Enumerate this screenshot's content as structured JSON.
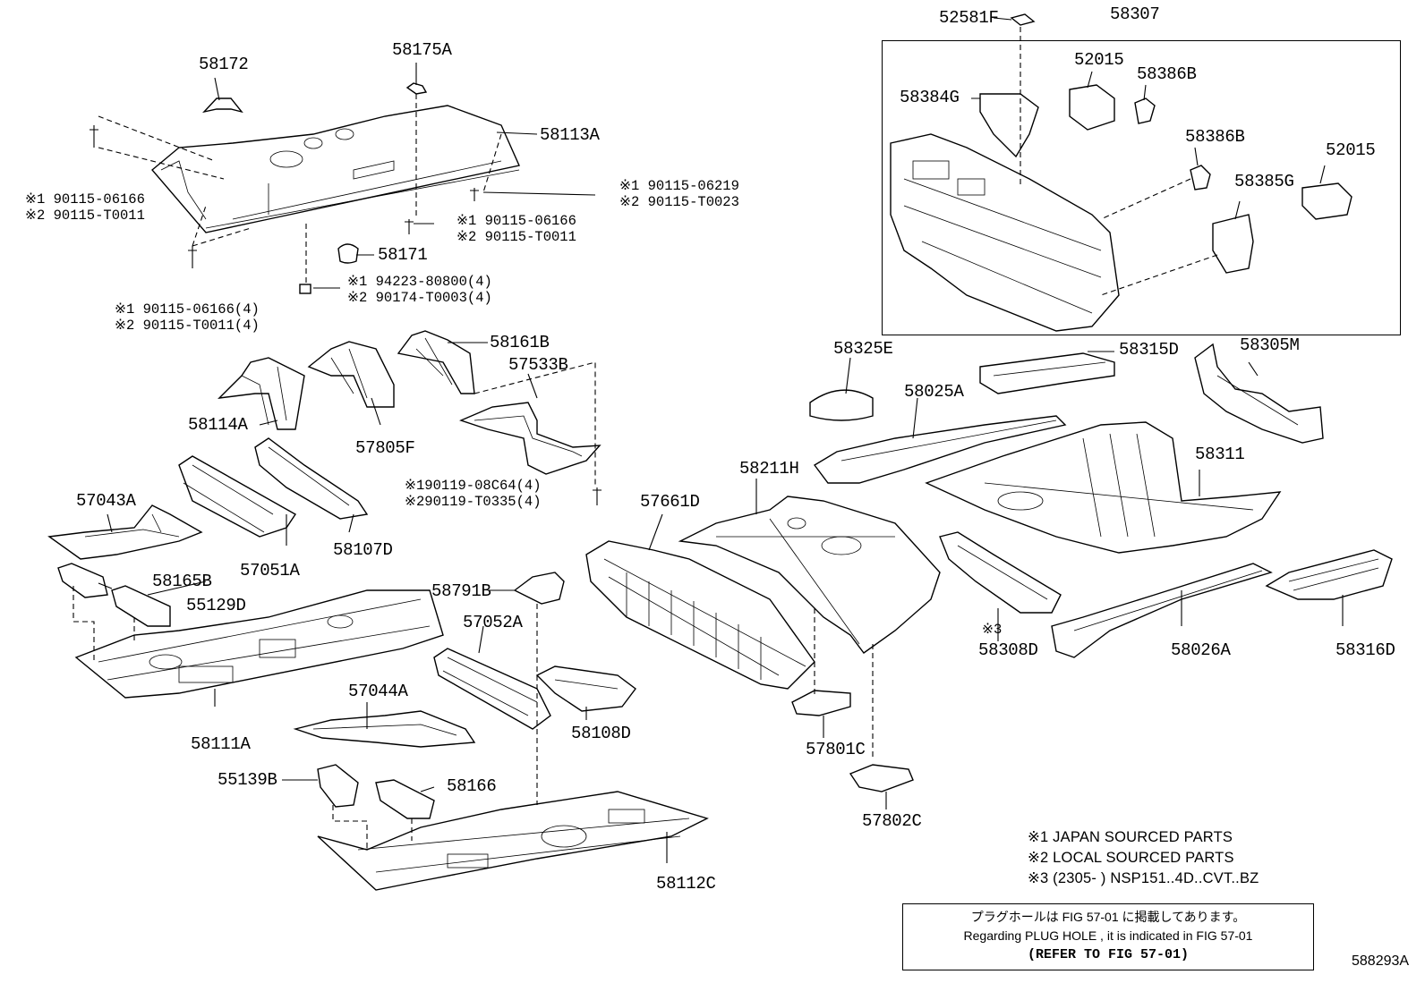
{
  "diagram": {
    "labels": [
      "58172",
      "58175A",
      "58113A",
      "58171",
      "58161B",
      "57533B",
      "58114A",
      "57805F",
      "57043A",
      "57051A",
      "58107D",
      "58165B",
      "55129D",
      "58111A",
      "58791B",
      "57052A",
      "57044A",
      "58108D",
      "55139B",
      "58166",
      "58112C",
      "57661D",
      "58211H",
      "57801C",
      "57802C",
      "58325E",
      "58025A",
      "58315D",
      "58305M",
      "58311",
      "58308D",
      "58026A",
      "58316D",
      "52581F",
      "58307",
      "52015",
      "58386B",
      "58384G",
      "58386B",
      "58385G",
      "52015"
    ],
    "fasteners": [
      {
        "line1": "※1 90115-06166",
        "line2": "※2 90115-T0011"
      },
      {
        "line1": "※1 90115-06219",
        "line2": "※2 90115-T0023"
      },
      {
        "line1": "※1 90115-06166",
        "line2": "※2 90115-T0011"
      },
      {
        "line1": "※1 94223-80800(4)",
        "line2": "※2 90174-T0003(4)"
      },
      {
        "line1": "※1 90115-06166(4)",
        "line2": "※2 90115-T0011(4)"
      },
      {
        "line1": "※190119-08C64(4)",
        "line2": "※290119-T0335(4)"
      }
    ],
    "note_mark_3": "※3"
  },
  "notes": [
    "※1 JAPAN SOURCED PARTS",
    "※2 LOCAL SOURCED PARTS",
    "※3 (2305-        ) NSP151..4D..CVT..BZ"
  ],
  "plug_hole_box": {
    "japanese": "プラグホールは FIG 57-01 に掲載してあります。",
    "english": "Regarding  PLUG  HOLE , it is indicated in FIG  57-01",
    "refer": "(REFER TO FIG 57-01)"
  },
  "drawing_number": "588293A"
}
